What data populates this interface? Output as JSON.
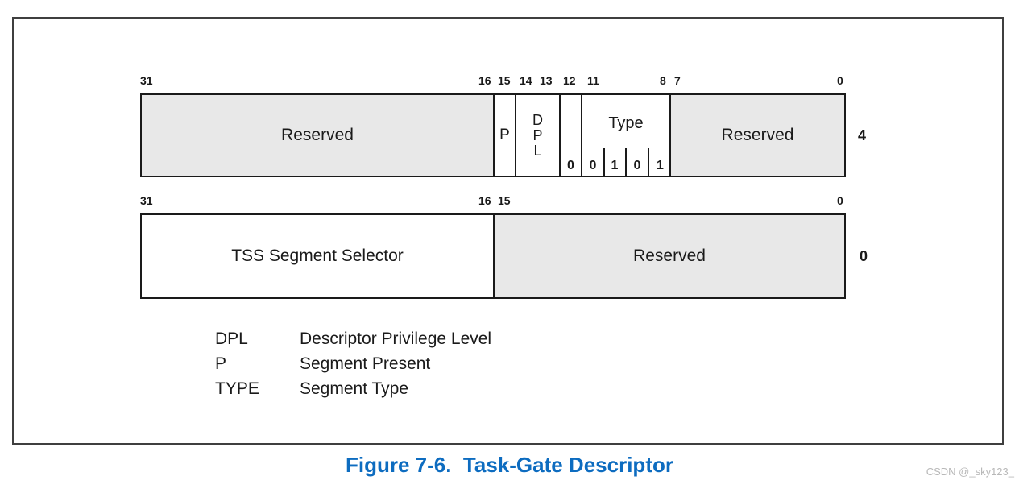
{
  "colors": {
    "reserved_fill": "#e8e8e8",
    "box_border": "#1a1a1a",
    "caption_blue": "#0d6cc0",
    "frame_border": "#3f3f3f",
    "watermark_gray": "#b8b8b8"
  },
  "dword_high": {
    "byte_offset": "4",
    "bit_labels": [
      "31",
      "16",
      "15",
      "14",
      "13",
      "12",
      "11",
      "8",
      "7",
      "0"
    ],
    "fields": {
      "reserved_high": "Reserved",
      "p": "P",
      "dpl": [
        "D",
        "P",
        "L"
      ],
      "bit12": "0",
      "type_label": "Type",
      "type_bits": [
        "0",
        "1",
        "0",
        "1"
      ],
      "reserved_low": "Reserved"
    }
  },
  "dword_low": {
    "byte_offset": "0",
    "bit_labels": [
      "31",
      "16",
      "15",
      "0"
    ],
    "fields": {
      "selector": "TSS Segment Selector",
      "reserved": "Reserved"
    }
  },
  "legend": [
    {
      "term": "DPL",
      "definition": "Descriptor Privilege Level"
    },
    {
      "term": "P",
      "definition": "Segment Present"
    },
    {
      "term": "TYPE",
      "definition": "Segment Type"
    }
  ],
  "caption": "Figure 7-6.  Task-Gate Descriptor",
  "watermark": "CSDN @_sky123_"
}
